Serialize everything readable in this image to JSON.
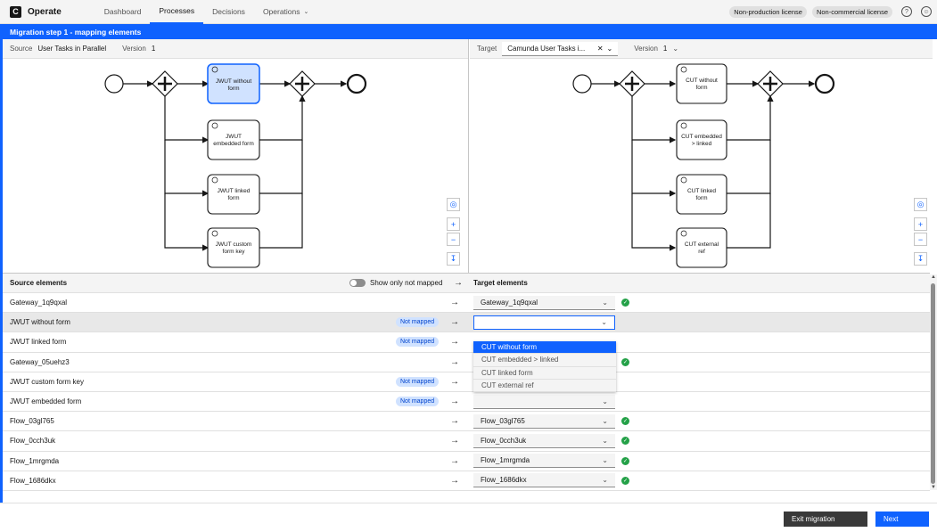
{
  "header": {
    "app_name": "Operate",
    "nav": [
      {
        "label": "Dashboard"
      },
      {
        "label": "Processes"
      },
      {
        "label": "Decisions"
      },
      {
        "label": "Operations"
      }
    ],
    "licenses": [
      "Non-production license",
      "Non-commercial license"
    ]
  },
  "banner": {
    "title": "Migration step 1 - mapping elements"
  },
  "source_panel": {
    "label": "Source",
    "process": "User Tasks in Parallel",
    "version_label": "Version",
    "version": "1",
    "tasks": [
      "JWUT without form",
      "JWUT embedded form",
      "JWUT linked form",
      "JWUT custom form key"
    ]
  },
  "target_panel": {
    "label": "Target",
    "process": "Camunda User Tasks i...",
    "version_label": "Version",
    "version": "1",
    "tasks": [
      "CUT without form",
      "CUT embedded > linked",
      "CUT linked form",
      "CUT external ref"
    ]
  },
  "mapping": {
    "source_header": "Source elements",
    "target_header": "Target elements",
    "toggle_label": "Show only not mapped",
    "rows": [
      {
        "source": "Gateway_1q9qxal",
        "status": "",
        "target": "Gateway_1q9qxal",
        "mapped": true
      },
      {
        "source": "JWUT without form",
        "status": "Not mapped",
        "target": "",
        "mapped": false
      },
      {
        "source": "JWUT linked form",
        "status": "Not mapped",
        "target": "",
        "mapped": false
      },
      {
        "source": "Gateway_05uehz3",
        "status": "",
        "target": "",
        "mapped": true
      },
      {
        "source": "JWUT custom form key",
        "status": "Not mapped",
        "target": "",
        "mapped": false
      },
      {
        "source": "JWUT embedded form",
        "status": "Not mapped",
        "target": "",
        "mapped": false
      },
      {
        "source": "Flow_03gl765",
        "status": "",
        "target": "Flow_03gl765",
        "mapped": true
      },
      {
        "source": "Flow_0cch3uk",
        "status": "",
        "target": "Flow_0cch3uk",
        "mapped": true
      },
      {
        "source": "Flow_1mrgmda",
        "status": "",
        "target": "Flow_1mrgmda",
        "mapped": true
      },
      {
        "source": "Flow_1686dkx",
        "status": "",
        "target": "Flow_1686dkx",
        "mapped": true
      }
    ],
    "dropdown_options": [
      "CUT without form",
      "CUT embedded > linked",
      "CUT linked form",
      "CUT external ref"
    ]
  },
  "footer": {
    "exit_label": "Exit migration",
    "next_label": "Next"
  }
}
